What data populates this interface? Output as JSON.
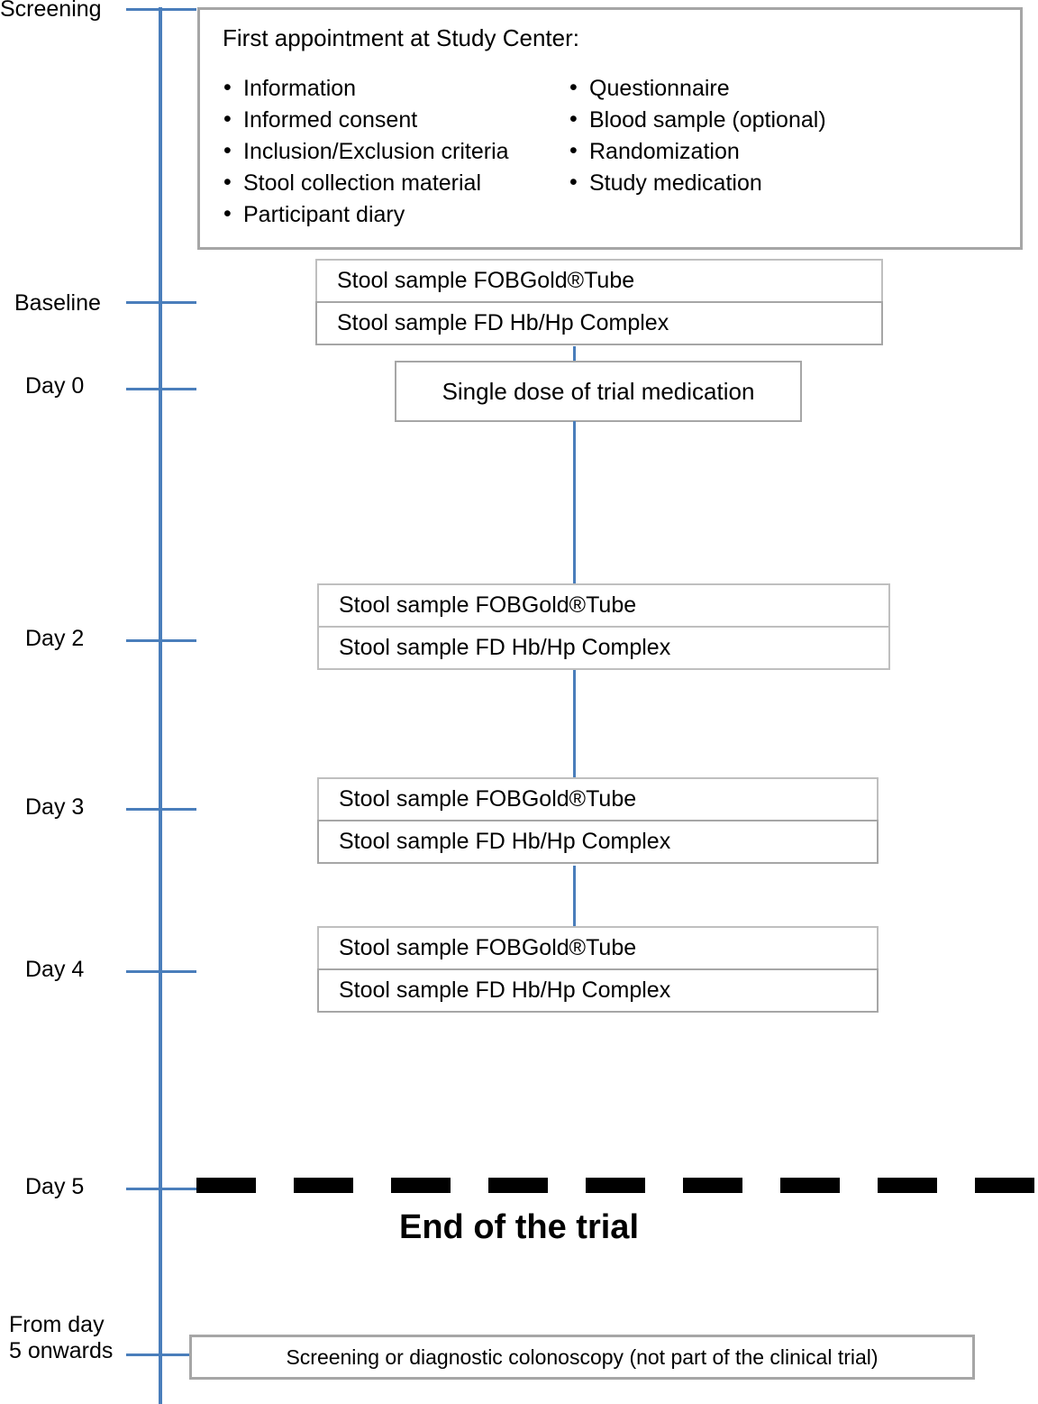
{
  "diagram": {
    "title": "Clinical trial schedule flowchart",
    "accent_color": "#4a7ebb",
    "box_border_color": "#a6a6a6",
    "dash_color": "#000000",
    "end_of_trial_label": "End of the trial"
  },
  "timeline": {
    "points": [
      {
        "id": "screening",
        "label": "Screening"
      },
      {
        "id": "baseline",
        "label": "Baseline"
      },
      {
        "id": "day0",
        "label": "Day 0"
      },
      {
        "id": "day2",
        "label": "Day 2"
      },
      {
        "id": "day3",
        "label": "Day 3"
      },
      {
        "id": "day4",
        "label": "Day 4"
      },
      {
        "id": "day5",
        "label": "Day 5"
      },
      {
        "id": "from-day-5",
        "label": "From day\n5 onwards"
      }
    ]
  },
  "appointment": {
    "title": "First appointment at Study Center:",
    "left_items": [
      "Information",
      "Informed consent",
      "Inclusion/Exclusion criteria",
      "Stool collection material",
      "Participant diary"
    ],
    "right_items": [
      "Questionnaire",
      "Blood sample (optional)",
      "Randomization",
      "Study medication"
    ]
  },
  "samples": {
    "fobgold_label": "Stool sample FOBGold®Tube",
    "fdhbhp_label": "Stool sample FD Hb/Hp Complex",
    "timepoints": [
      "baseline",
      "day2",
      "day3",
      "day4"
    ]
  },
  "medication": {
    "single_dose_label": "Single dose of trial medication"
  },
  "post_trial": {
    "colonoscopy_label": "Screening or diagnostic colonoscopy (not part of the clinical trial)"
  }
}
